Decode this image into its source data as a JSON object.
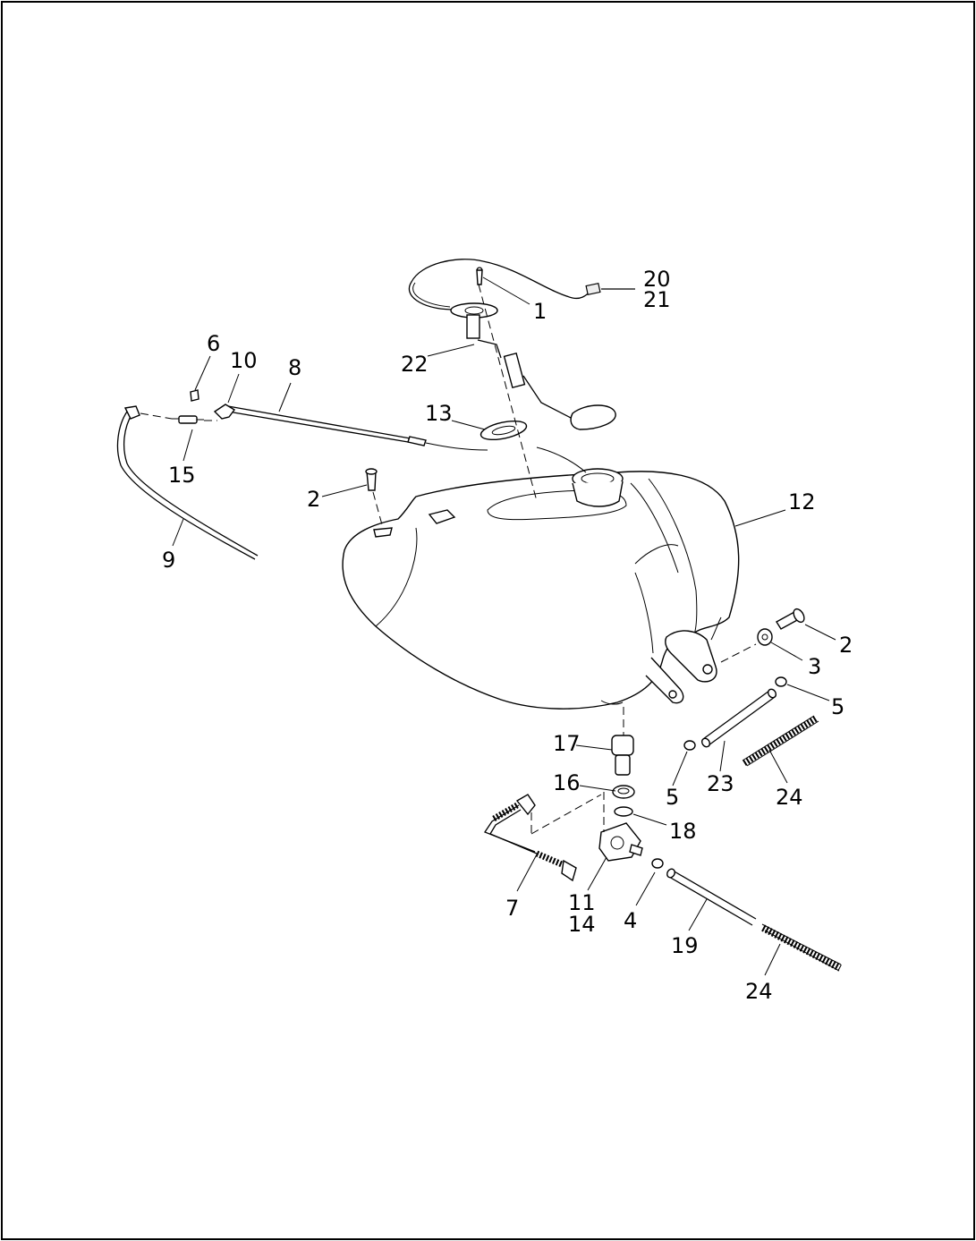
{
  "diagram": {
    "callouts": [
      {
        "id": "c1",
        "text": "1"
      },
      {
        "id": "c20",
        "text": "20"
      },
      {
        "id": "c21",
        "text": "21"
      },
      {
        "id": "c22",
        "text": "22"
      },
      {
        "id": "c6",
        "text": "6"
      },
      {
        "id": "c10",
        "text": "10"
      },
      {
        "id": "c8",
        "text": "8"
      },
      {
        "id": "c13",
        "text": "13"
      },
      {
        "id": "c15",
        "text": "15"
      },
      {
        "id": "c2a",
        "text": "2"
      },
      {
        "id": "c12",
        "text": "12"
      },
      {
        "id": "c9",
        "text": "9"
      },
      {
        "id": "c2b",
        "text": "2"
      },
      {
        "id": "c3",
        "text": "3"
      },
      {
        "id": "c5a",
        "text": "5"
      },
      {
        "id": "c17",
        "text": "17"
      },
      {
        "id": "c23",
        "text": "23"
      },
      {
        "id": "c5b",
        "text": "5"
      },
      {
        "id": "c24a",
        "text": "24"
      },
      {
        "id": "c16",
        "text": "16"
      },
      {
        "id": "c18",
        "text": "18"
      },
      {
        "id": "c7",
        "text": "7"
      },
      {
        "id": "c11",
        "text": "11"
      },
      {
        "id": "c14",
        "text": "14"
      },
      {
        "id": "c4",
        "text": "4"
      },
      {
        "id": "c19",
        "text": "19"
      },
      {
        "id": "c24b",
        "text": "24"
      }
    ]
  }
}
